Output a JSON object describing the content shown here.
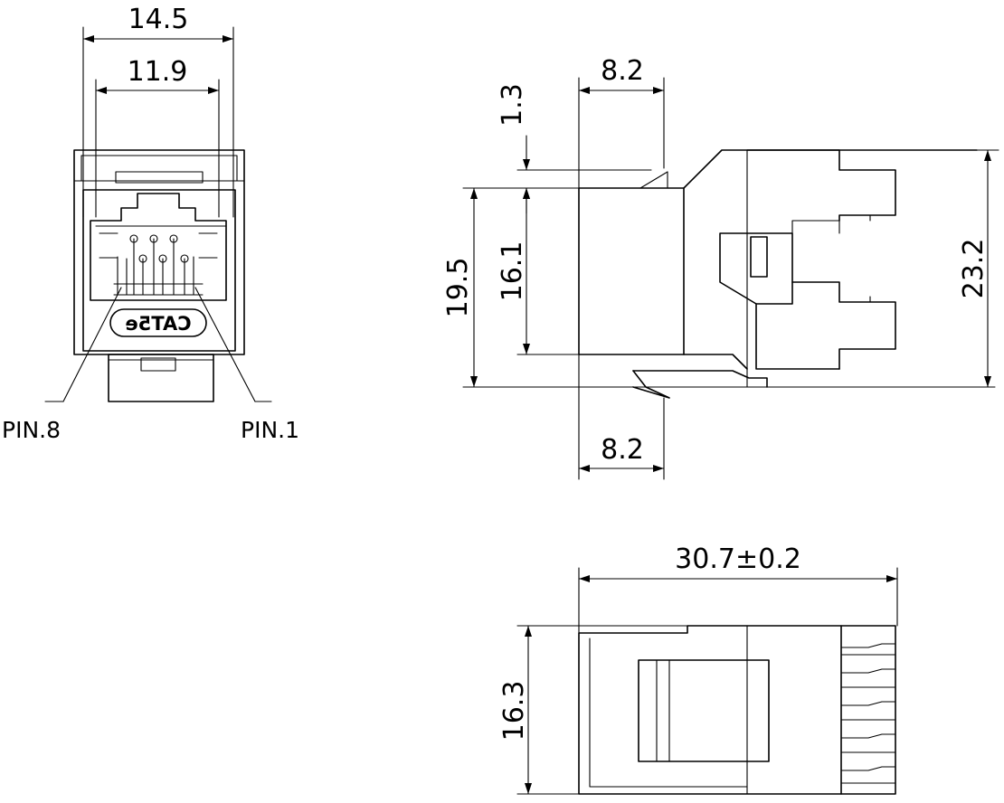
{
  "front_view": {
    "dim_outer_width": "14.5",
    "dim_inner_width": "11.9",
    "logo_text": "CAT5e",
    "pin_left": "PIN.8",
    "pin_right": "PIN.1"
  },
  "side_view": {
    "dim_top_width": "8.2",
    "dim_top_offset": "1.3",
    "dim_overall_height": "19.5",
    "dim_opening_height": "16.1",
    "dim_total_height": "23.2",
    "dim_bottom_width": "8.2"
  },
  "bottom_view": {
    "dim_length": "30.7±0.2",
    "dim_width": "16.3"
  }
}
